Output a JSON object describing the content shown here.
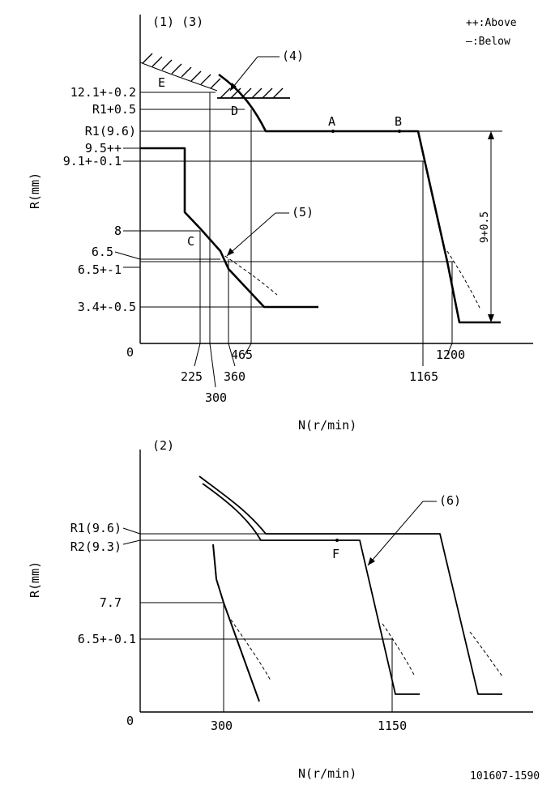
{
  "top": {
    "panel_label": "(1) (3)",
    "legend_above": "++:Above",
    "legend_below": "—:Below",
    "callout_4": "(4)",
    "callout_5": "(5)",
    "y_axis_label": "R(mm)",
    "x_axis_label": "N(r/min)",
    "origin": "0",
    "y_labels": [
      "12.1+-0.2",
      "R1+0.5",
      "R1(9.6)",
      "9.5++",
      "9.1+-0.1",
      "8",
      "6.5",
      "6.5+-1",
      "3.4+-0.5"
    ],
    "x_labels": [
      "225",
      "300",
      "360",
      "465",
      "1165",
      "1200"
    ],
    "points": [
      "A",
      "B",
      "C",
      "D",
      "E"
    ],
    "dimension": "9+0.5"
  },
  "bottom": {
    "panel_label": "(2)",
    "callout_6": "(6)",
    "y_axis_label": "R(mm)",
    "x_axis_label": "N(r/min)",
    "origin": "0",
    "y_labels": [
      "R1(9.6)",
      "R2(9.3)",
      "7.7",
      "6.5+-0.1"
    ],
    "x_labels": [
      "300",
      "1150"
    ],
    "points": [
      "F"
    ]
  },
  "footer": {
    "drawing_number": "101607-1590"
  }
}
